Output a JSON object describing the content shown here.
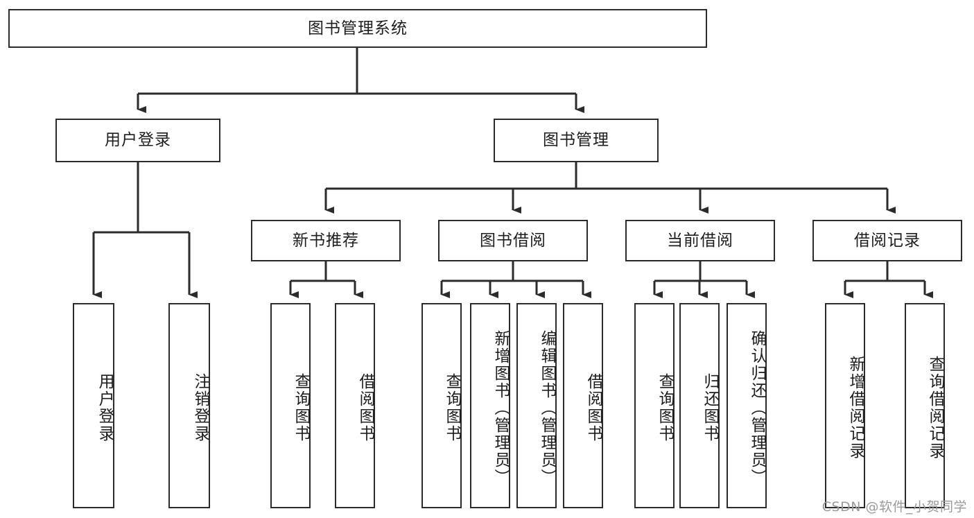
{
  "diagram": {
    "title": "图书管理系统",
    "type": "tree-hierarchy-diagram",
    "root": {
      "label": "图书管理系统"
    },
    "level2": [
      {
        "label": "用户登录"
      },
      {
        "label": "图书管理"
      }
    ],
    "level3": [
      {
        "label": "新书推荐"
      },
      {
        "label": "图书借阅"
      },
      {
        "label": "当前借阅"
      },
      {
        "label": "借阅记录"
      }
    ],
    "leaves": [
      {
        "label": "用户登录",
        "parent": "用户登录"
      },
      {
        "label": "注销登录",
        "parent": "用户登录"
      },
      {
        "label": "查询图书",
        "parent": "新书推荐"
      },
      {
        "label": "借阅图书",
        "parent": "新书推荐"
      },
      {
        "label": "查询图书",
        "parent": "图书借阅"
      },
      {
        "label": "新增图书（管理员）",
        "parent": "图书借阅"
      },
      {
        "label": "编辑图书（管理员）",
        "parent": "图书借阅"
      },
      {
        "label": "借阅图书",
        "parent": "图书借阅"
      },
      {
        "label": "查询图书",
        "parent": "当前借阅"
      },
      {
        "label": "归还图书",
        "parent": "当前借阅"
      },
      {
        "label": "确认归还（管理员）",
        "parent": "当前借阅"
      },
      {
        "label": "新增借阅记录",
        "parent": "借阅记录"
      },
      {
        "label": "查询借阅记录",
        "parent": "借阅记录"
      }
    ]
  },
  "watermark": {
    "text": "CSDN @软件_小贺同学"
  },
  "colors": {
    "stroke": "#2b2b2b",
    "fill": "#ffffff",
    "text": "#1d1d1d",
    "watermark": "#9a9a9a"
  }
}
